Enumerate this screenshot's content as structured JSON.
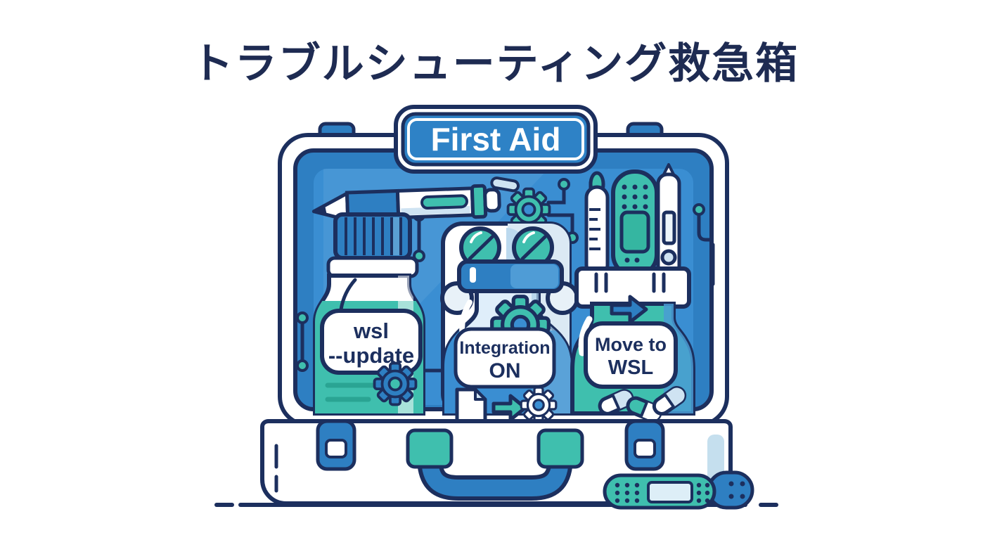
{
  "title": "トラブルシューティング救急箱",
  "sign": {
    "label": "First Aid"
  },
  "bottles": {
    "left": {
      "line1": "wsl",
      "line2": "--update"
    },
    "middle": {
      "line1": "Integration",
      "line2": "ON"
    },
    "right": {
      "line1": "Move to",
      "line2": "WSL"
    }
  },
  "colors": {
    "outline_navy": "#1c2f5e",
    "title_text": "#1e2b52",
    "case_frame_blue": "#2e7fc2",
    "panel_blue": "#3a8ed2",
    "teal": "#3fbfae",
    "teal_dark": "#2aa493",
    "light_blue": "#cfe3f2",
    "white": "#ffffff"
  },
  "icons": [
    "pen-icon",
    "gear-icon",
    "circuit-trace",
    "pill-icon",
    "blister-pack",
    "thermometer-icon",
    "adhesive-bandage-icon",
    "digital-thermometer-icon",
    "document-icon",
    "arrow-right-icon",
    "capsule-icon",
    "case-handle",
    "case-latch"
  ]
}
